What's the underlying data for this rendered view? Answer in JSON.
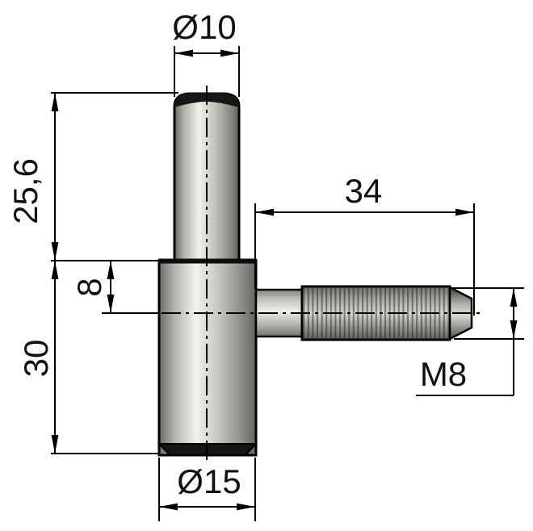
{
  "drawing": {
    "title": "hinge-pin-with-threaded-stud-technical-drawing",
    "labels": {
      "pin_diameter": "Ø10",
      "pin_length": "25,6",
      "body_length": "30",
      "shoulder_offset": "8",
      "stud_length": "34",
      "thread_spec": "M8",
      "body_diameter": "Ø15"
    },
    "colors": {
      "line": "#000000",
      "background": "#ffffff",
      "metal_highlight": "#f1f1ed",
      "metal_mid": "#a8a8a4",
      "metal_dark": "#63635f",
      "cap_dark": "#161616"
    }
  }
}
